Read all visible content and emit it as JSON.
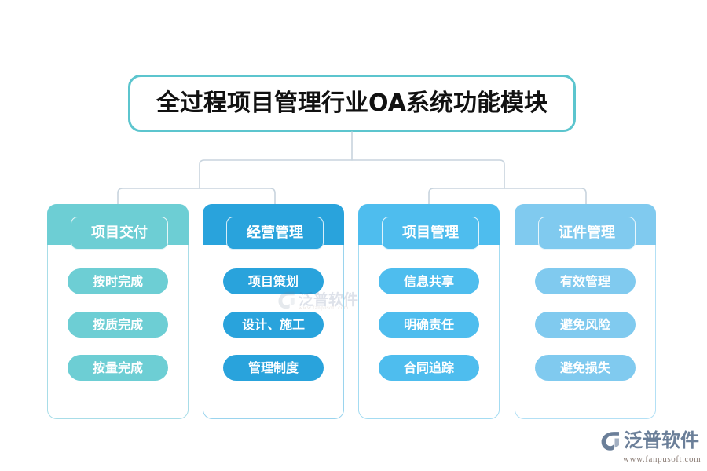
{
  "diagram": {
    "title": "全过程项目管理行业OA系统功能模块",
    "title_border_color": "#5cc5ce",
    "connector_color": "#c8d4de",
    "columns": [
      {
        "header": "项目交付",
        "color": "#6dced4",
        "border_color": "#a8dde8",
        "items": [
          "按时完成",
          "按质完成",
          "按量完成"
        ]
      },
      {
        "header": "经营管理",
        "color": "#29a3dc",
        "border_color": "#9ad4ee",
        "items": [
          "项目策划",
          "设计、施工",
          "管理制度"
        ]
      },
      {
        "header": "项目管理",
        "color": "#4ebdee",
        "border_color": "#a4dcf2",
        "items": [
          "信息共享",
          "明确责任",
          "合同追踪"
        ]
      },
      {
        "header": "证件管理",
        "color": "#80caef",
        "border_color": "#b3e0f5",
        "items": [
          "有效管理",
          "避免风险",
          "避免损失"
        ]
      }
    ]
  },
  "watermark": {
    "name": "泛普软件",
    "url": "www.fanpusoft.com",
    "mark_icon": "fanpu-logo-icon"
  },
  "logo": {
    "name": "泛普软件",
    "url": "www.fanpusoft.com",
    "mark_icon": "fanpu-logo-icon",
    "name_color": "#6b7f99",
    "url_color": "#8d7f78"
  }
}
